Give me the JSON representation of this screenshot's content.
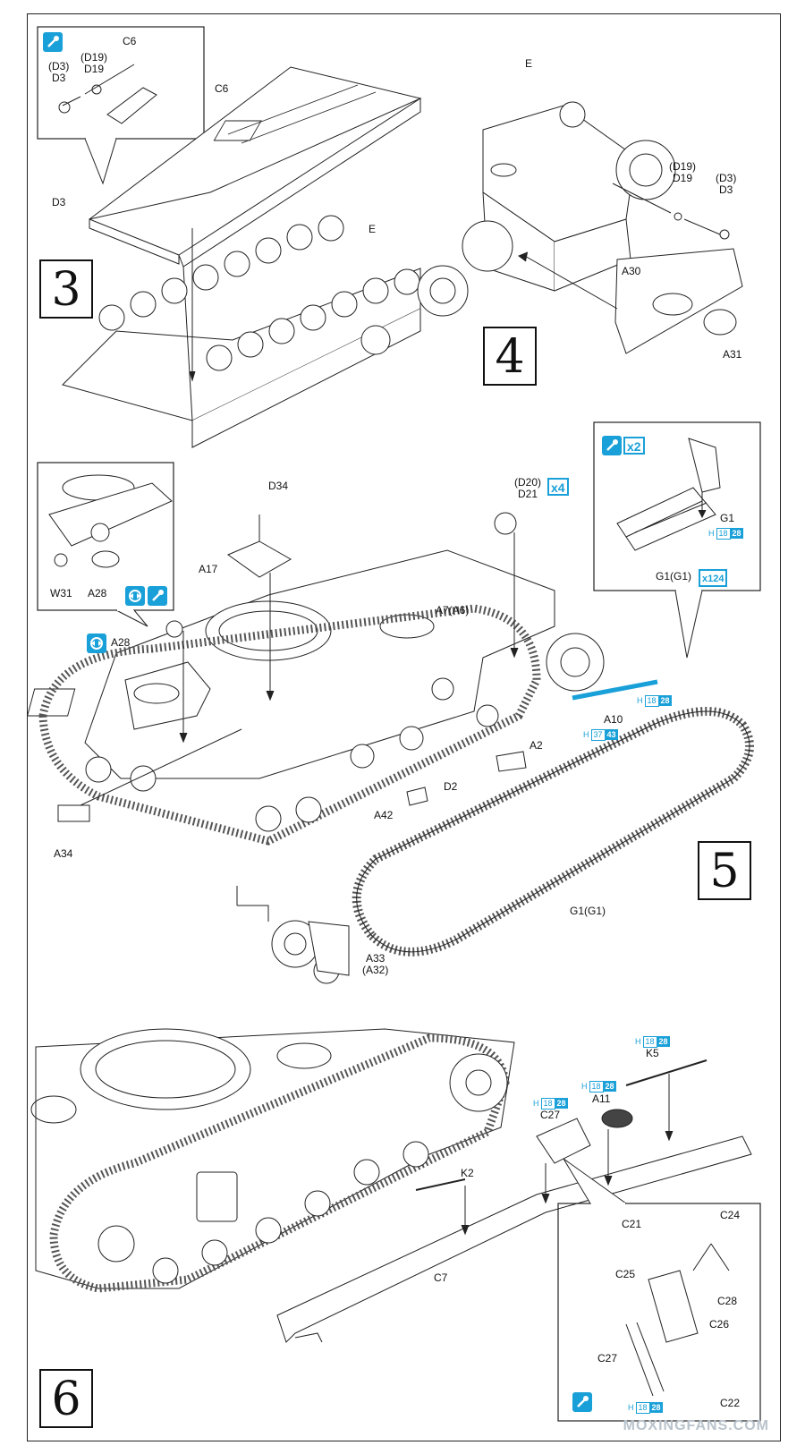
{
  "steps": {
    "s3": "3",
    "s4": "4",
    "s5": "5",
    "s6": "6"
  },
  "labels": {
    "c6_inset": "C6",
    "d19_inset": "(D19)\nD19",
    "d3_inset": "(D3)\nD3",
    "c6_main": "C6",
    "d3_main": "D3",
    "e_s3": "E",
    "e_s4": "E",
    "d19_s4": "(D19)\nD19",
    "d3_s4": "(D3)\nD3",
    "a30": "A30",
    "a31": "A31",
    "d34": "D34",
    "a17": "A17",
    "w31": "W31",
    "a28_inset": "A28",
    "a28_main": "A28",
    "a7a6": "A7(A6)",
    "d20d21": "(D20)\nD21",
    "a10": "A10",
    "a2": "A2",
    "d2": "D2",
    "a42": "A42",
    "a34": "A34",
    "a33": "A33\n(A32)",
    "g1_inset": "G1",
    "g1g1_inset": "G1(G1)",
    "g1g1_main": "G1(G1)",
    "k5": "K5",
    "a11": "A11",
    "c27_main": "C27",
    "k2": "K2",
    "c7": "C7",
    "c21": "C21",
    "c24": "C24",
    "c25": "C25",
    "c28": "C28",
    "c26": "C26",
    "c27_inset": "C27",
    "c22": "C22"
  },
  "multipliers": {
    "x2": "x2",
    "x4": "x4",
    "x124": "x124"
  },
  "refs": {
    "h1828": {
      "letter": "H",
      "a": "18",
      "b": "28"
    },
    "h3743": {
      "letter": "H",
      "a": "37",
      "b": "43"
    }
  },
  "watermark": "MOXINGFANS.COM",
  "colors": {
    "accent": "#1aa0d8",
    "line": "#111111"
  }
}
